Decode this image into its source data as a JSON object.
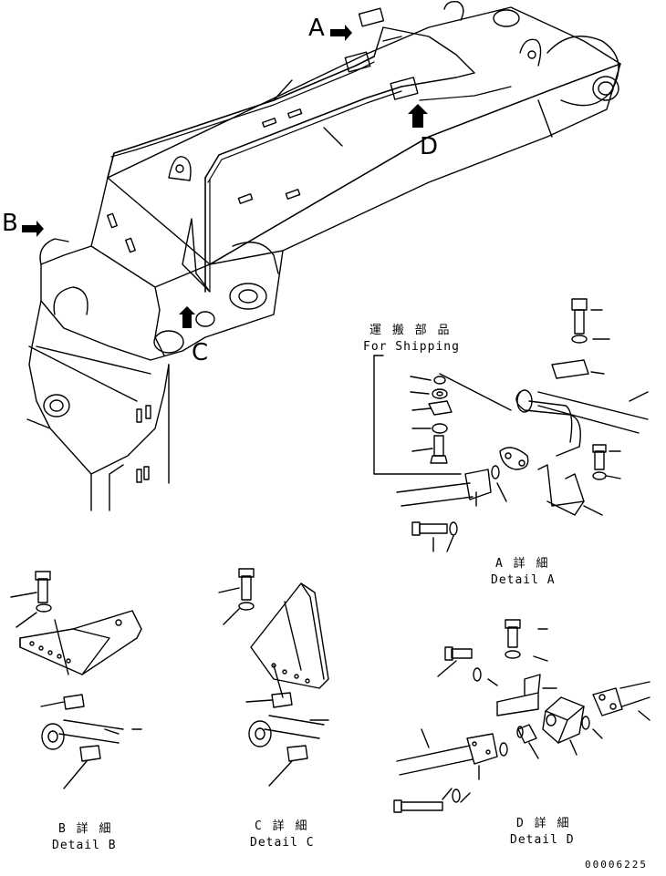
{
  "view_labels": {
    "a": "A",
    "b": "B",
    "c": "C",
    "d": "D"
  },
  "shipping": {
    "jp": "運 搬 部 品",
    "en": "For Shipping"
  },
  "detail_a": {
    "jp": "A 詳 細",
    "en": "Detail A"
  },
  "detail_b": {
    "jp": "B 詳 細",
    "en": "Detail B"
  },
  "detail_c": {
    "jp": "C 詳 細",
    "en": "Detail C"
  },
  "detail_d": {
    "jp": "D 詳 細",
    "en": "Detail D"
  },
  "drawing_number": "00006225"
}
